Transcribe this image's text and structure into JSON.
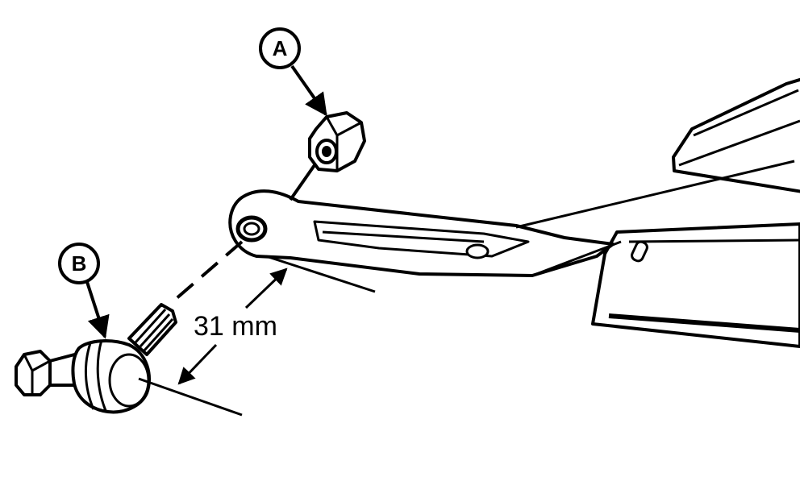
{
  "callouts": {
    "a": {
      "letter": "A"
    },
    "b": {
      "letter": "B"
    }
  },
  "dimension": {
    "text": "31 mm"
  },
  "colors": {
    "ink": "#000000",
    "paper": "#ffffff"
  }
}
